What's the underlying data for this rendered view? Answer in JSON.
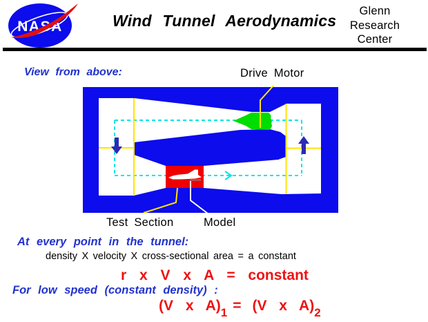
{
  "header": {
    "title": "Wind Tunnel Aerodynamics",
    "org_lines": [
      "Glenn",
      "Research",
      "Center"
    ],
    "logo_text": "NASA"
  },
  "diagram": {
    "caption": "View from above:",
    "labels": {
      "drive_motor": "Drive Motor",
      "test_section": "Test Section",
      "model": "Model"
    }
  },
  "equations": {
    "intro": "At every point in the tunnel:",
    "word_equation": "density X velocity X cross-sectional area = a constant",
    "symbol_equation": "r x V x A = constant",
    "low_speed_intro": "For low speed (constant density) :",
    "continuity": {
      "lhs": "(V x A)",
      "lhs_sub": "1",
      "equals": "=",
      "rhs": "(V x A)",
      "rhs_sub": "2"
    }
  },
  "colors": {
    "tunnel_blue": "#0c0cec",
    "motor_green": "#00dd00",
    "test_red": "#ee0000",
    "station_yellow": "#ffe400",
    "flow_cyan": "#00e6e6",
    "arrow_navy": "#2b2bb4",
    "heading_blue": "#2233cc",
    "formula_red": "#ee1111"
  }
}
